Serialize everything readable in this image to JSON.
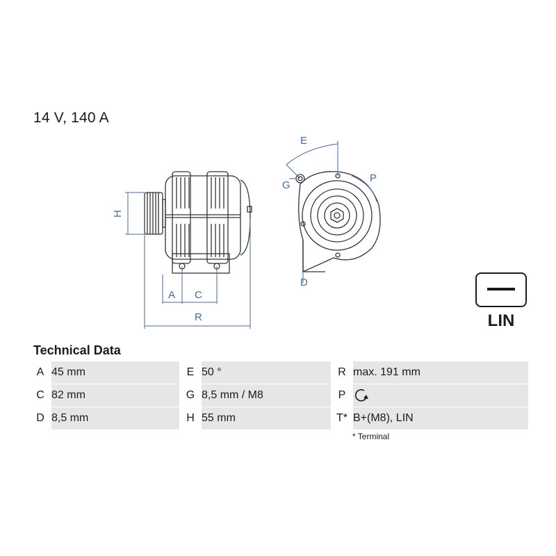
{
  "header": {
    "spec": "14 V, 140 A"
  },
  "drawing": {
    "side_view_labels": {
      "h": "H",
      "a": "A",
      "c": "C",
      "r": "R"
    },
    "front_view_labels": {
      "e": "E",
      "g": "G",
      "p": "P",
      "d": "D"
    },
    "line_color": "#4a6a99"
  },
  "connector_badge": {
    "label": "LIN"
  },
  "technical_data": {
    "title": "Technical Data",
    "rows": [
      {
        "k1": "A",
        "v1": "45 mm",
        "k2": "E",
        "v2": "50 °",
        "k3": "R",
        "v3": "max. 191 mm"
      },
      {
        "k1": "C",
        "v1": "82 mm",
        "k2": "G",
        "v2": "8,5 mm / M8",
        "k3": "P",
        "v3_icon": "clockwise-rotation-icon"
      },
      {
        "k1": "D",
        "v1": "8,5 mm",
        "k2": "H",
        "v2": "55 mm",
        "k3": "T*",
        "v3": "B+(M8), LIN"
      }
    ],
    "footnote": "* Terminal"
  }
}
